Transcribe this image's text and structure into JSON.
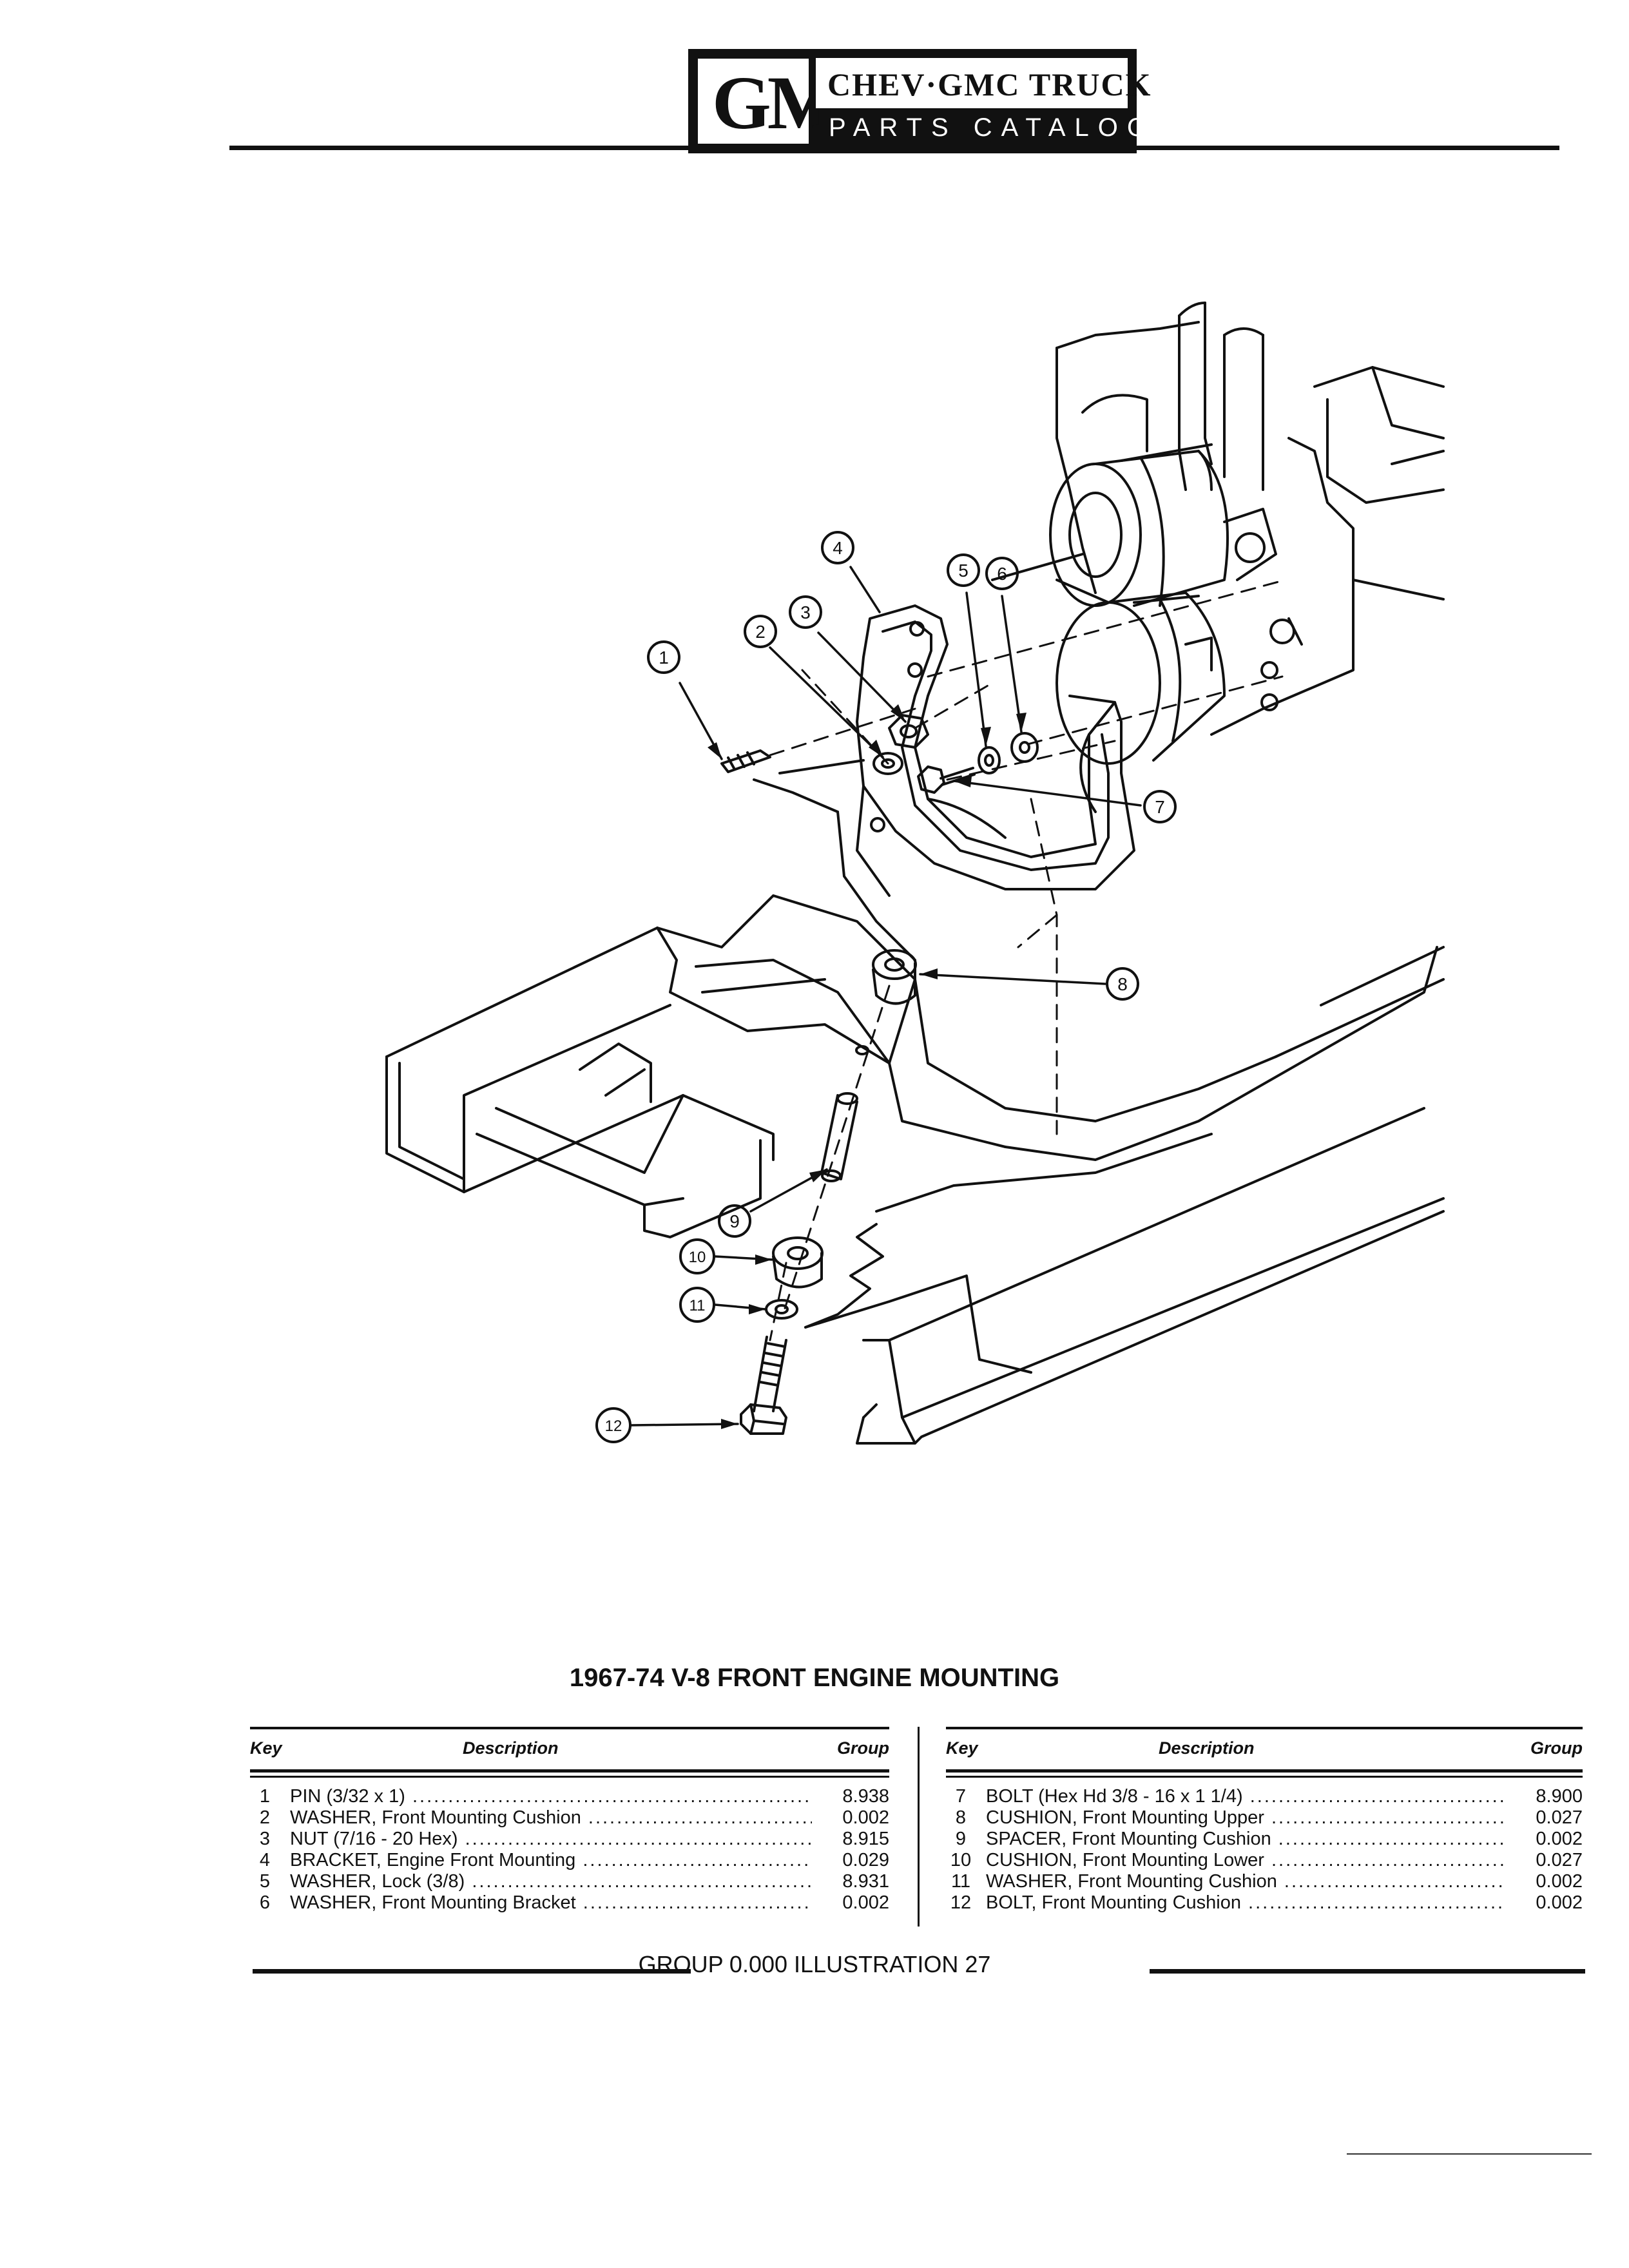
{
  "header": {
    "logo_text": "GM",
    "title": "CHEV·GMC TRUCK",
    "subtitle": "PARTS CATALOGUE"
  },
  "callouts": [
    "1",
    "2",
    "3",
    "4",
    "5",
    "6",
    "7",
    "8",
    "9",
    "10",
    "11",
    "12"
  ],
  "caption": "1967-74 V-8 FRONT ENGINE MOUNTING",
  "table": {
    "headers": {
      "key": "Key",
      "description": "Description",
      "group": "Group"
    },
    "left": [
      {
        "key": "1",
        "description": "PIN (3/32 x 1)",
        "group": "8.938"
      },
      {
        "key": "2",
        "description": "WASHER, Front Mounting Cushion",
        "group": "0.002"
      },
      {
        "key": "3",
        "description": "NUT (7/16 - 20 Hex)",
        "group": "8.915"
      },
      {
        "key": "4",
        "description": "BRACKET, Engine Front Mounting",
        "group": "0.029"
      },
      {
        "key": "5",
        "description": "WASHER, Lock (3/8)",
        "group": "8.931"
      },
      {
        "key": "6",
        "description": "WASHER, Front Mounting Bracket",
        "group": "0.002"
      }
    ],
    "right": [
      {
        "key": "7",
        "description": "BOLT (Hex Hd 3/8 - 16 x 1 1/4)",
        "group": "8.900"
      },
      {
        "key": "8",
        "description": "CUSHION, Front Mounting Upper",
        "group": "0.027"
      },
      {
        "key": "9",
        "description": "SPACER, Front Mounting Cushion",
        "group": "0.002"
      },
      {
        "key": "10",
        "description": "CUSHION, Front Mounting Lower",
        "group": "0.027"
      },
      {
        "key": "11",
        "description": "WASHER, Front Mounting Cushion",
        "group": "0.002"
      },
      {
        "key": "12",
        "description": "BOLT, Front Mounting Cushion",
        "group": "0.002"
      }
    ]
  },
  "footer": "GROUP 0.000 ILLUSTRATION 27"
}
